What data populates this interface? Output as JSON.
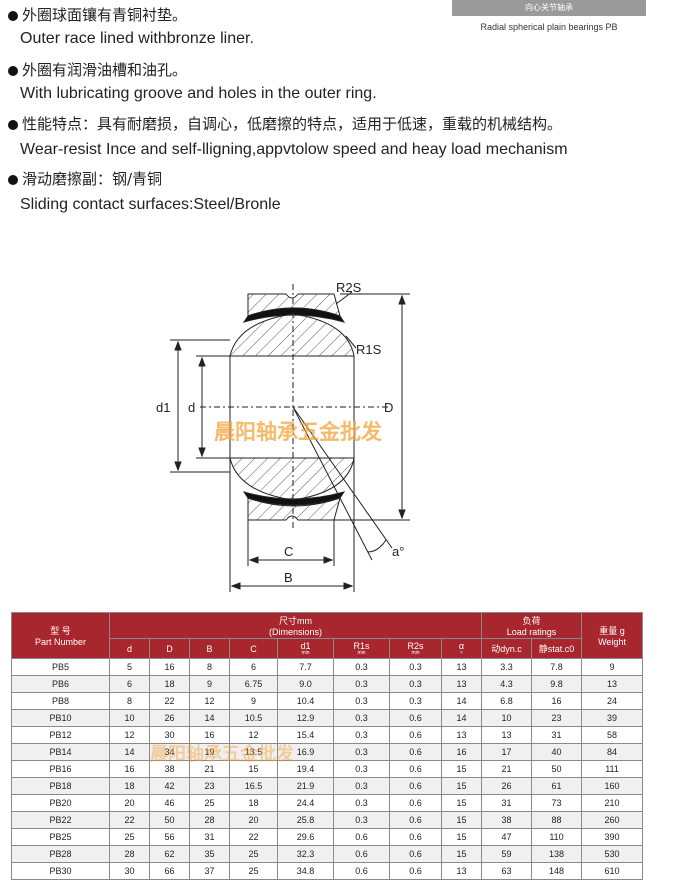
{
  "header": {
    "band_label": "向心关节轴承",
    "subtitle": "Radial spherical plain bearings PB"
  },
  "bullets": [
    {
      "zh": "外圈球面镶有青铜衬垫。",
      "en": "Outer race lined withbronze liner."
    },
    {
      "zh": "外圈有润滑油槽和油孔。",
      "en": "With lubricating groove and holes in the outer ring."
    },
    {
      "zh": "性能特点：具有耐磨损，自调心，低磨擦的特点，适用于低速，重载的机械结构。",
      "en": "Wear-resist Ince and self-lligning,appvtolow speed and heay load mechanism"
    },
    {
      "zh": "滑动磨擦副：钢/青铜",
      "en": "Sliding contact surfaces:Steel/Bronle"
    }
  ],
  "drawing": {
    "labels": {
      "r2s": "R2S",
      "r1s": "R1S",
      "d1": "d1",
      "d": "d",
      "D": "D",
      "C": "C",
      "B": "B",
      "alpha": "a°"
    }
  },
  "watermark": "晨阳轴承五金批发",
  "table": {
    "header": {
      "part_zh": "型  号",
      "part_en": "Part Number",
      "dim_zh": "尺寸mm",
      "dim_en": "(Dimensions)",
      "load_zh": "负荷",
      "load_en": "Load ratings",
      "weight_zh": "重量 g",
      "weight_en": "Weight",
      "cols": [
        "d",
        "D",
        "B",
        "C",
        "d1",
        "R1s",
        "R2s",
        "α"
      ],
      "col_subs": [
        "",
        "",
        "",
        "",
        "min",
        "min",
        "min",
        "≈"
      ],
      "dyn": "动dyn.c",
      "stat": "静stat.c0"
    },
    "rows": [
      [
        "PB5",
        "5",
        "16",
        "8",
        "6",
        "7.7",
        "0.3",
        "0.3",
        "13",
        "3.3",
        "7.8",
        "9"
      ],
      [
        "PB6",
        "6",
        "18",
        "9",
        "6.75",
        "9.0",
        "0.3",
        "0.3",
        "13",
        "4.3",
        "9.8",
        "13"
      ],
      [
        "PB8",
        "8",
        "22",
        "12",
        "9",
        "10.4",
        "0.3",
        "0.3",
        "14",
        "6.8",
        "16",
        "24"
      ],
      [
        "PB10",
        "10",
        "26",
        "14",
        "10.5",
        "12.9",
        "0.3",
        "0.6",
        "14",
        "10",
        "23",
        "39"
      ],
      [
        "PB12",
        "12",
        "30",
        "16",
        "12",
        "15.4",
        "0.3",
        "0.6",
        "13",
        "13",
        "31",
        "58"
      ],
      [
        "PB14",
        "14",
        "34",
        "19",
        "13.5",
        "16.9",
        "0.3",
        "0.6",
        "16",
        "17",
        "40",
        "84"
      ],
      [
        "PB16",
        "16",
        "38",
        "21",
        "15",
        "19.4",
        "0.3",
        "0.6",
        "15",
        "21",
        "50",
        "111"
      ],
      [
        "PB18",
        "18",
        "42",
        "23",
        "16.5",
        "21.9",
        "0.3",
        "0.6",
        "15",
        "26",
        "61",
        "160"
      ],
      [
        "PB20",
        "20",
        "46",
        "25",
        "18",
        "24.4",
        "0.3",
        "0.6",
        "15",
        "31",
        "73",
        "210"
      ],
      [
        "PB22",
        "22",
        "50",
        "28",
        "20",
        "25.8",
        "0.3",
        "0.6",
        "15",
        "38",
        "88",
        "260"
      ],
      [
        "PB25",
        "25",
        "56",
        "31",
        "22",
        "29.6",
        "0.6",
        "0.6",
        "15",
        "47",
        "110",
        "390"
      ],
      [
        "PB28",
        "28",
        "62",
        "35",
        "25",
        "32.3",
        "0.6",
        "0.6",
        "15",
        "59",
        "138",
        "530"
      ],
      [
        "PB30",
        "30",
        "66",
        "37",
        "25",
        "34.8",
        "0.6",
        "0.6",
        "13",
        "63",
        "148",
        "610"
      ]
    ]
  }
}
